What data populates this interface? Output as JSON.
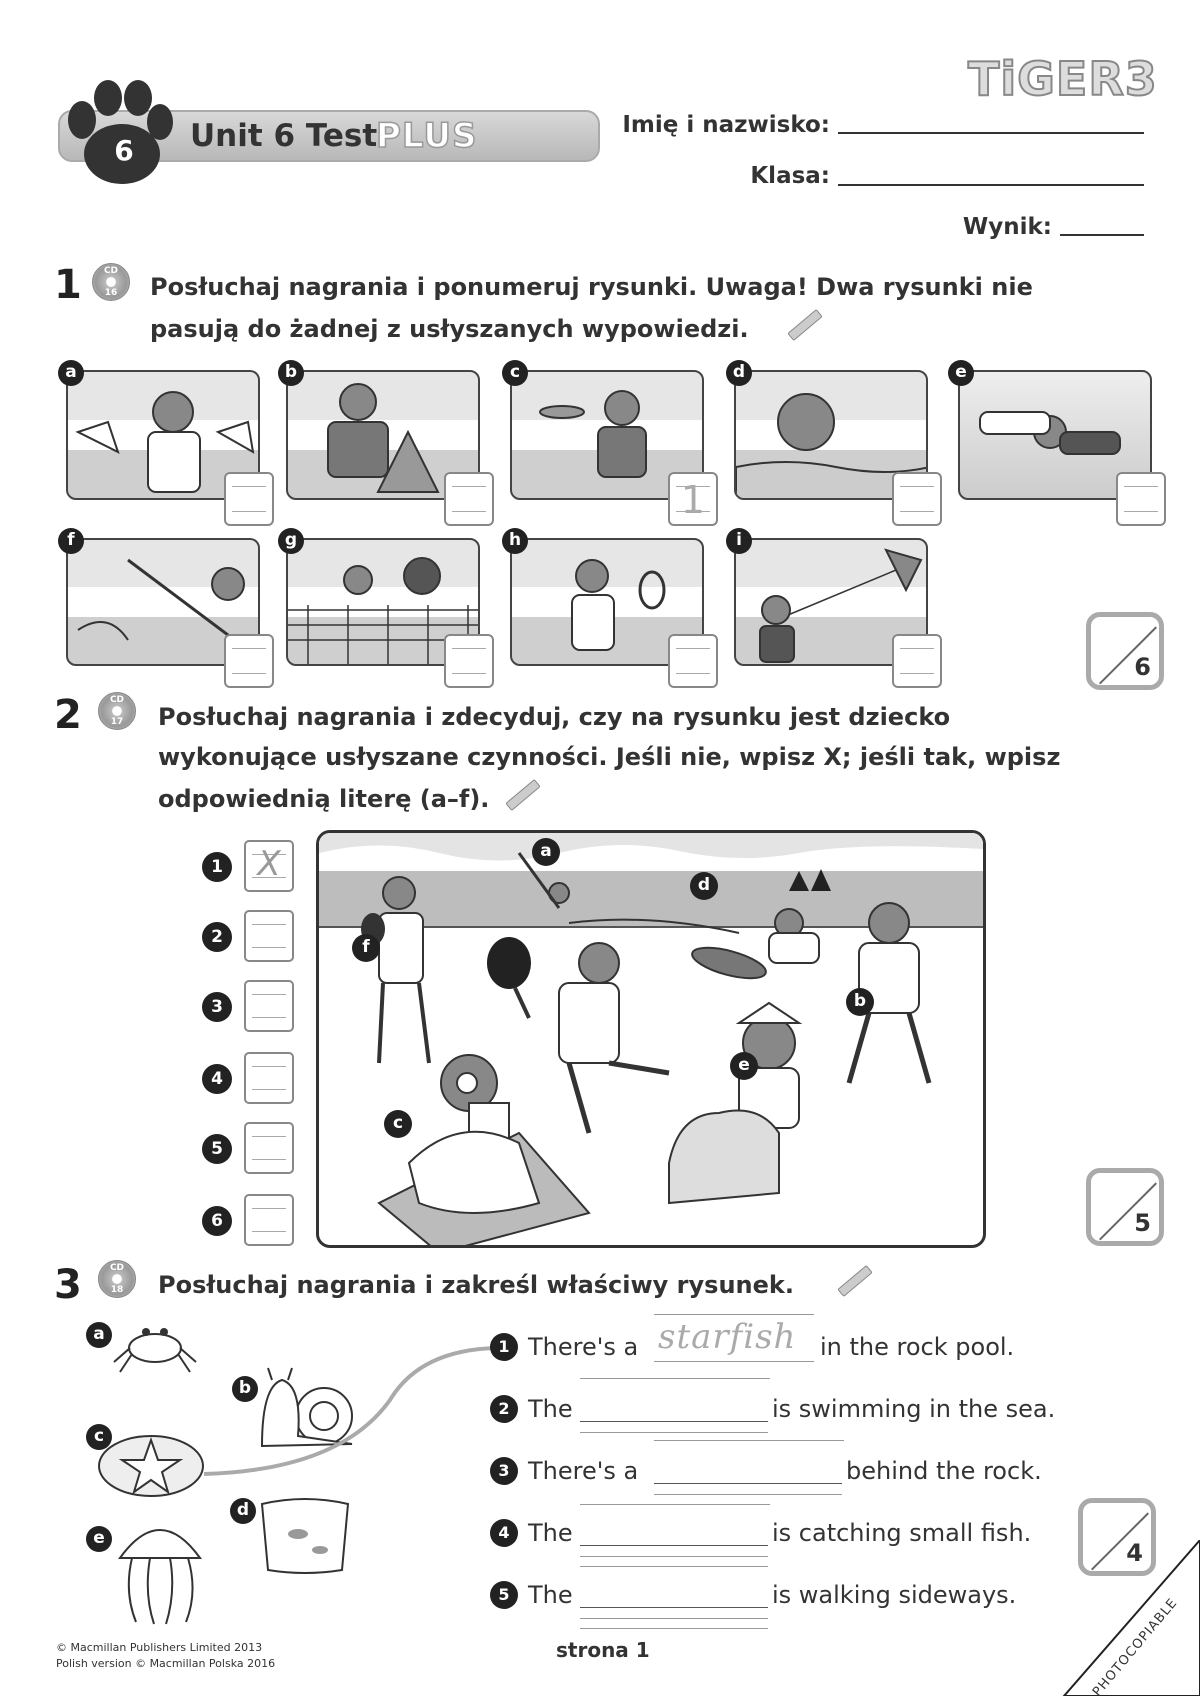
{
  "header": {
    "logo": "TiGER3",
    "unit_number": "6",
    "unit_title": "Unit 6 Test",
    "unit_plus": "PLUS",
    "name_label": "Imię i nazwisko:",
    "class_label": "Klasa:",
    "score_label": "Wynik:"
  },
  "ex1": {
    "number": "1",
    "cd": "CD",
    "track": "16",
    "instruction_line1": "Posłuchaj nagrania i ponumeruj rysunki. Uwaga! Dwa rysunki nie",
    "instruction_line2": "pasują do żadnej z usłyszanych wypowiedzi.",
    "pictures": [
      {
        "letter": "a",
        "answer": ""
      },
      {
        "letter": "b",
        "answer": ""
      },
      {
        "letter": "c",
        "answer": "1"
      },
      {
        "letter": "d",
        "answer": ""
      },
      {
        "letter": "e",
        "answer": ""
      },
      {
        "letter": "f",
        "answer": ""
      },
      {
        "letter": "g",
        "answer": ""
      },
      {
        "letter": "h",
        "answer": ""
      },
      {
        "letter": "i",
        "answer": ""
      }
    ],
    "score": "6"
  },
  "ex2": {
    "number": "2",
    "cd": "CD",
    "track": "17",
    "instruction_line1": "Posłuchaj nagrania i zdecyduj, czy na rysunku jest dziecko",
    "instruction_line2": "wykonujące usłyszane czynności. Jeśli nie, wpisz X; jeśli tak, wpisz",
    "instruction_line3": "odpowiednią literę (a–f).",
    "items": [
      {
        "num": "1",
        "answer": "X"
      },
      {
        "num": "2",
        "answer": ""
      },
      {
        "num": "3",
        "answer": ""
      },
      {
        "num": "4",
        "answer": ""
      },
      {
        "num": "5",
        "answer": ""
      },
      {
        "num": "6",
        "answer": ""
      }
    ],
    "scene_letters": [
      "a",
      "b",
      "c",
      "d",
      "e",
      "f"
    ],
    "score": "5"
  },
  "ex3": {
    "number": "3",
    "cd": "CD",
    "track": "18",
    "instruction": "Posłuchaj nagrania i zakreśl właściwy rysunek.",
    "picture_letters": [
      "a",
      "b",
      "c",
      "d",
      "e"
    ],
    "sentences": [
      {
        "num": "1",
        "before": "There's a",
        "answer": "starfish",
        "after": "in the rock pool."
      },
      {
        "num": "2",
        "before": "The",
        "answer": "",
        "after": "is swimming in the sea."
      },
      {
        "num": "3",
        "before": "There's a",
        "answer": "",
        "after": "behind the rock."
      },
      {
        "num": "4",
        "before": "The",
        "answer": "",
        "after": "is catching small fish."
      },
      {
        "num": "5",
        "before": "The",
        "answer": "",
        "after": "is walking sideways."
      }
    ],
    "score": "4"
  },
  "footer": {
    "copyright1": "© Macmillan Publishers Limited 2013",
    "copyright2": "Polish version © Macmillan Polska 2016",
    "page": "strona 1",
    "photocopiable": "PHOTOCOPIABLE"
  }
}
